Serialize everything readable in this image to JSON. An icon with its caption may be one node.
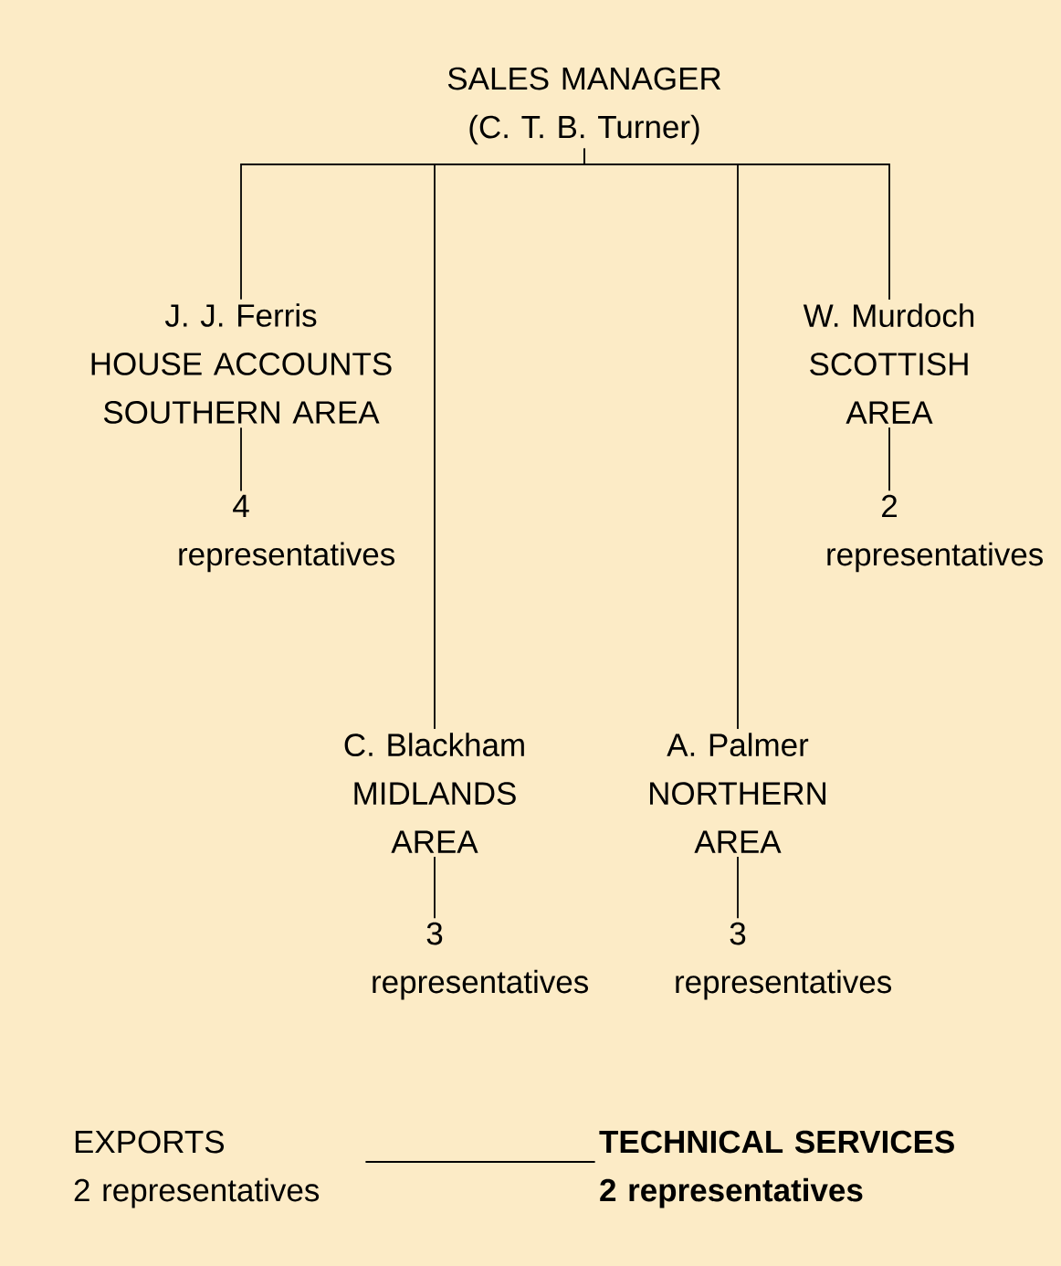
{
  "diagram": {
    "nodes": [
      {
        "text": [
          "SALES MANAGER",
          "(C. T. B. Turner)"
        ]
      },
      {
        "text": [
          "J. J. Ferris",
          "HOUSE ACCOUNTS SOUTHERN AREA"
        ]
      },
      {
        "text": [
          "W. Murdoch",
          "SCOTTISH AREA"
        ]
      },
      {
        "text": [
          "4 representatives"
        ]
      },
      {
        "text": [
          "2 representatives"
        ]
      },
      {
        "text": [
          "C. Blackham",
          "MIDLANDS AREA"
        ]
      },
      {
        "text": [
          "A. Palmer",
          "NORTHERN AREA"
        ]
      },
      {
        "text": [
          "3 representatives"
        ]
      },
      {
        "text": [
          "3 representatives"
        ]
      },
      {
        "text": [
          "EXPORTS",
          "2 representatives"
        ]
      },
      {
        "text": [
          "TECHNICAL SERVICES",
          "2 representatives"
        ]
      }
    ],
    "edges": [
      {
        "from": 0,
        "to": 1,
        "arrow": "none"
      },
      {
        "from": 0,
        "to": 5,
        "arrow": "none"
      },
      {
        "from": 0,
        "to": 6,
        "arrow": "none"
      },
      {
        "from": 0,
        "to": 2,
        "arrow": "none"
      },
      {
        "from": 1,
        "to": 3,
        "arrow": "none"
      },
      {
        "from": 2,
        "to": 4,
        "arrow": "none"
      },
      {
        "from": 5,
        "to": 7,
        "arrow": "none"
      },
      {
        "from": 6,
        "to": 8,
        "arrow": "none"
      },
      {
        "from": 9,
        "to": 10,
        "arrow": "none"
      }
    ]
  }
}
